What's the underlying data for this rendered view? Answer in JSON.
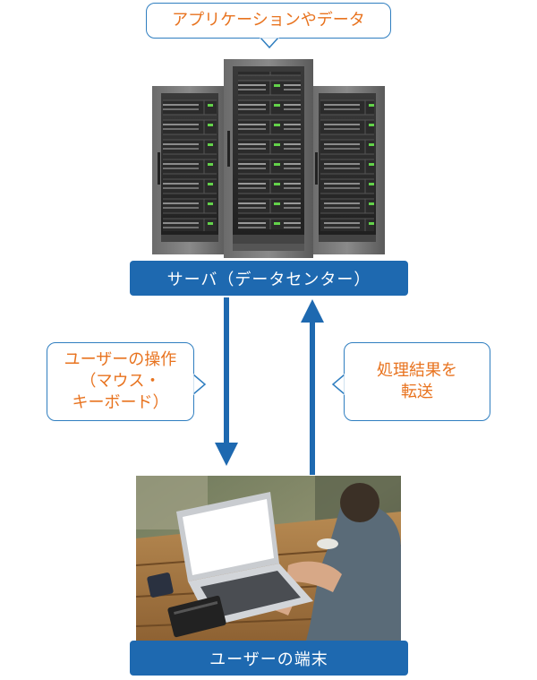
{
  "top_bubble": {
    "text": "アプリケーションやデータ"
  },
  "server": {
    "label": "サーバ（データセンター）"
  },
  "left_bubble": {
    "line1": "ユーザーの操作",
    "line2": "（マウス・",
    "line3": "キーボード）"
  },
  "right_bubble": {
    "line1": "処理結果を",
    "line2": "転送"
  },
  "terminal": {
    "label": "ユーザーの端末"
  },
  "colors": {
    "accent_blue": "#1e69b0",
    "label_orange": "#e8731f",
    "bubble_border": "#2f7ec0"
  },
  "icons": [
    "server-rack-illustration",
    "laptop-photo",
    "down-arrow",
    "up-arrow"
  ]
}
